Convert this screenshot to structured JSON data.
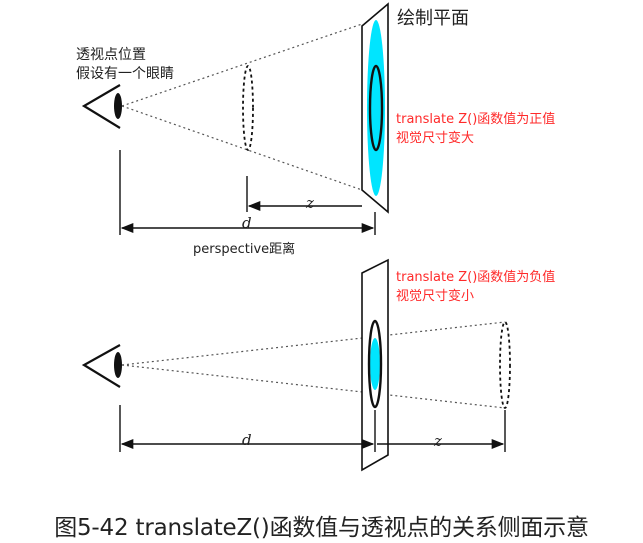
{
  "top": {
    "eye_position_label": "透视点位置",
    "eye_assumption_label": "假设有一个眼睛",
    "plane_label": "绘制平面",
    "positive_line1": "translate Z()函数值为正值",
    "positive_line2": "视觉尺寸变大",
    "z_label": "z",
    "d_label": "d",
    "perspective_label": "perspective距离"
  },
  "bottom": {
    "negative_line1": "translate Z()函数值为负值",
    "negative_line2": "视觉尺寸变小",
    "d_label": "d",
    "z_label": "z"
  },
  "caption": "图5-42    translateZ()函数值与透视点的关系侧面示意",
  "colors": {
    "highlight": "#00e5ff",
    "annotation": "#ff2a2a",
    "line": "#111111"
  }
}
